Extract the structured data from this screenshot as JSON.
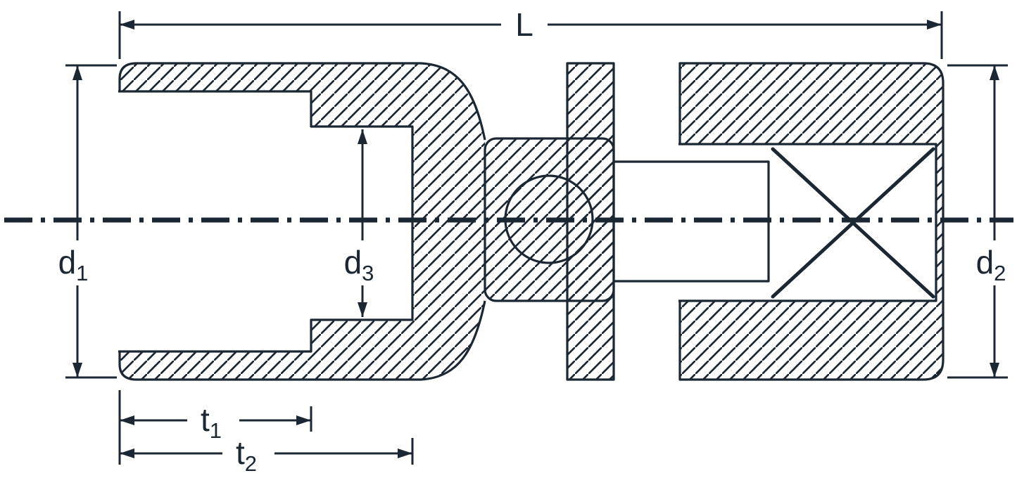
{
  "drawing": {
    "description": "cross-section technical drawing of a universal joint socket with dimension callouts",
    "background_color": "#ffffff",
    "ink_color": "#1b2733",
    "labels": {
      "L": {
        "main": "L",
        "sub": ""
      },
      "d1": {
        "main": "d",
        "sub": "1"
      },
      "d3": {
        "main": "d",
        "sub": "3"
      },
      "d2": {
        "main": "d",
        "sub": "2"
      },
      "t1": {
        "main": "t",
        "sub": "1"
      },
      "t2": {
        "main": "t",
        "sub": "2"
      }
    }
  }
}
